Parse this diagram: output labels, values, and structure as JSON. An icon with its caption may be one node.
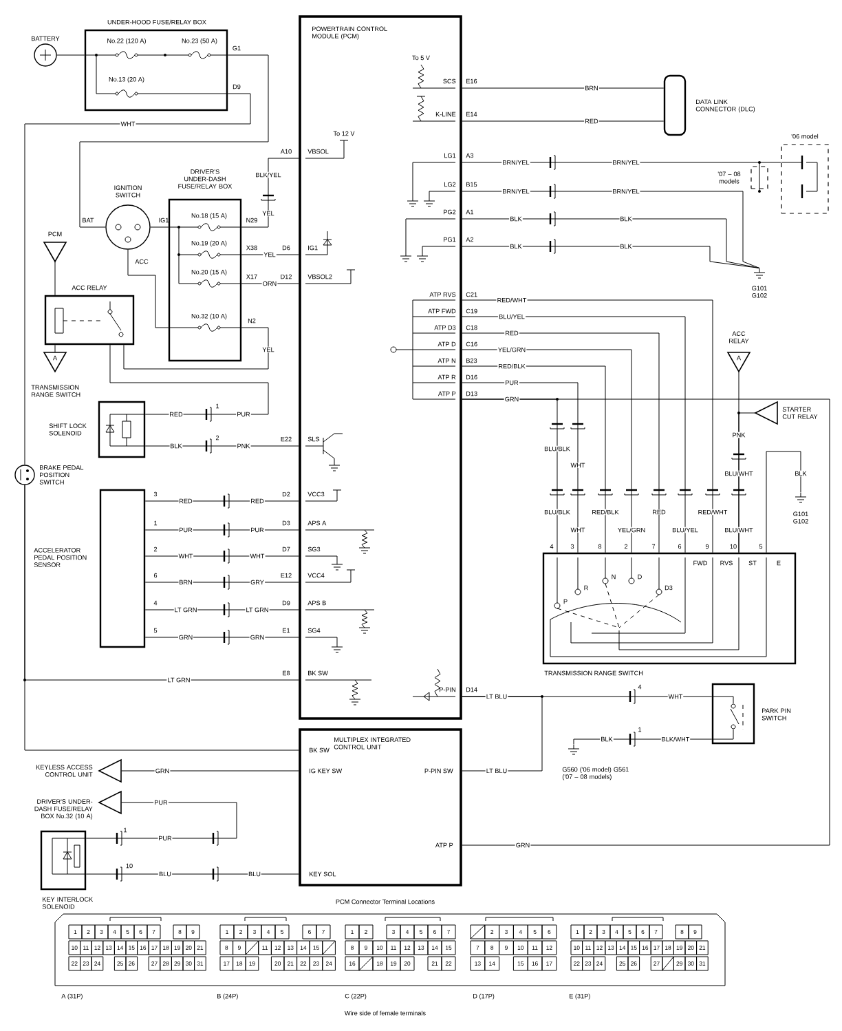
{
  "diagram": {
    "nodes": [
      {
        "text": [
          "BATTERY"
        ]
      },
      {
        "text": [
          "UNDER-HOOD FUSE/RELAY BOX",
          "No.22 (120 A)",
          "No.23 (50 A)",
          "No.13 (20 A)"
        ]
      },
      {
        "text": [
          "POWERTRAIN CONTROL MODULE (PCM)"
        ]
      },
      {
        "text": [
          "IGNITION SWITCH"
        ]
      },
      {
        "text": [
          "DRIVER'S UNDER-DASH FUSE/RELAY BOX",
          "No.18 (15 A)",
          "No.19 (20 A)",
          "No.20 (15 A)",
          "No.32 (10 A)"
        ]
      },
      {
        "text": [
          "PCM"
        ]
      },
      {
        "text": [
          "ACC RELAY"
        ]
      },
      {
        "text": [
          "A",
          "TRANSMISSION RANGE SWITCH"
        ]
      },
      {
        "text": [
          "SHIFT LOCK SOLENOID"
        ]
      },
      {
        "text": [
          "BRAKE PEDAL POSITION SWITCH"
        ]
      },
      {
        "text": [
          "ACCELERATOR PEDAL POSITION SENSOR"
        ]
      },
      {
        "text": [
          "DATA LINK CONNECTOR (DLC)"
        ]
      },
      {
        "text": [
          "'06 model"
        ]
      },
      {
        "text": [
          "'07 – 08 models"
        ]
      },
      {
        "text": [
          "G101 G102"
        ]
      },
      {
        "text": [
          "ACC RELAY",
          "A"
        ]
      },
      {
        "text": [
          "STARTER CUT RELAY"
        ]
      },
      {
        "text": [
          "G101 G102"
        ]
      },
      {
        "text": [
          "TRANSMISSION RANGE SWITCH"
        ]
      },
      {
        "text": [
          "PARK PIN SWITCH"
        ]
      },
      {
        "text": [
          "G560 ('06 model) G561 ('07 – 08 models)"
        ]
      },
      {
        "text": [
          "MULTIPLEX INTEGRATED CONTROL UNIT"
        ]
      },
      {
        "text": [
          "KEYLESS ACCESS CONTROL UNIT"
        ]
      },
      {
        "text": [
          "DRIVER'S UNDER-DASH FUSE/RELAY BOX No.32 (10 A)"
        ]
      },
      {
        "text": [
          "KEY INTERLOCK SOLENOID"
        ]
      }
    ],
    "edges": [
      {
        "from": 0,
        "to": 1,
        "arrow": "none"
      },
      {
        "from": 1,
        "to": 3,
        "arrow": "none"
      },
      {
        "from": 1,
        "to": 9,
        "arrow": "none",
        "label": "WHT"
      },
      {
        "from": 3,
        "to": 4,
        "arrow": "none"
      },
      {
        "from": 3,
        "to": 4,
        "arrow": "none"
      },
      {
        "from": 4,
        "to": 2,
        "arrow": "none",
        "label": "YEL"
      },
      {
        "from": 4,
        "to": 2,
        "arrow": "none",
        "label": "YEL"
      },
      {
        "from": 4,
        "to": 2,
        "arrow": "none",
        "label": "ORN"
      },
      {
        "from": 4,
        "to": 6,
        "arrow": "none",
        "label": "YEL"
      },
      {
        "from": 5,
        "to": 6,
        "arrow": "none"
      },
      {
        "from": 6,
        "to": 7,
        "arrow": "none"
      },
      {
        "from": 6,
        "to": 8,
        "arrow": "none",
        "label": "PUR"
      },
      {
        "from": 8,
        "to": 2,
        "arrow": "none",
        "label": "PNK"
      },
      {
        "from": 10,
        "to": 2,
        "arrow": "none",
        "label": "RED"
      },
      {
        "from": 10,
        "to": 2,
        "arrow": "none",
        "label": "PUR"
      },
      {
        "from": 10,
        "to": 2,
        "arrow": "none",
        "label": "WHT"
      },
      {
        "from": 10,
        "to": 2,
        "arrow": "none",
        "label": "GRY"
      },
      {
        "from": 10,
        "to": 2,
        "arrow": "none",
        "label": "LT GRN"
      },
      {
        "from": 10,
        "to": 2,
        "arrow": "none",
        "label": "GRN"
      },
      {
        "from": 9,
        "to": 2,
        "arrow": "none",
        "label": "LT GRN"
      },
      {
        "from": 9,
        "to": 21,
        "arrow": "none"
      },
      {
        "from": 2,
        "to": 11,
        "arrow": "none",
        "label": "BRN"
      },
      {
        "from": 2,
        "to": 11,
        "arrow": "none",
        "label": "RED"
      },
      {
        "from": 2,
        "to": 12,
        "arrow": "none",
        "label": "BRN/YEL"
      },
      {
        "from": 2,
        "to": 14,
        "arrow": "none",
        "label": "BRN/YEL"
      },
      {
        "from": 2,
        "to": 14,
        "arrow": "none",
        "label": "BLK"
      },
      {
        "from": 2,
        "to": 14,
        "arrow": "none",
        "label": "BLK"
      },
      {
        "from": 2,
        "to": 18,
        "arrow": "none",
        "label": "RED/WHT"
      },
      {
        "from": 2,
        "to": 18,
        "arrow": "none",
        "label": "BLU/YEL"
      },
      {
        "from": 2,
        "to": 18,
        "arrow": "none",
        "label": "RED"
      },
      {
        "from": 2,
        "to": 18,
        "arrow": "none",
        "label": "YEL/GRN"
      },
      {
        "from": 2,
        "to": 18,
        "arrow": "none",
        "label": "RED/BLK"
      },
      {
        "from": 2,
        "to": 18,
        "arrow": "none",
        "label": "PUR"
      },
      {
        "from": 2,
        "to": 18,
        "arrow": "none",
        "label": "GRN"
      },
      {
        "from": 15,
        "to": 18,
        "arrow": "none",
        "label": "PNK"
      },
      {
        "from": 16,
        "to": 18,
        "arrow": "none"
      },
      {
        "from": 17,
        "to": 18,
        "arrow": "none",
        "label": "BLK"
      },
      {
        "from": 2,
        "to": 19,
        "arrow": "none",
        "label": "LT BLU"
      },
      {
        "from": 2,
        "to": 21,
        "arrow": "none",
        "label": "LT BLU"
      },
      {
        "from": 20,
        "to": 19,
        "arrow": "none",
        "label": "BLK"
      },
      {
        "from": 21,
        "to": 22,
        "arrow": "none",
        "label": "GRN"
      },
      {
        "from": 23,
        "to": 24,
        "arrow": "none",
        "label": "PUR"
      },
      {
        "from": 24,
        "to": 21,
        "arrow": "none",
        "label": "BLU"
      },
      {
        "from": 21,
        "to": 2,
        "arrow": "none",
        "label": "GRN"
      }
    ],
    "labels": [
      "G1",
      "D9",
      "BAT",
      "IG1",
      "ACC",
      "N29",
      "X38",
      "X17",
      "N2",
      "BLK/YEL",
      "To 12 V",
      "A10",
      "VBSOL",
      "D6",
      "IG1",
      "D12",
      "VBSOL2",
      "To 5 V",
      "SCS",
      "E16",
      "K-LINE",
      "E14",
      "LG1",
      "A3",
      "LG2",
      "B15",
      "PG2",
      "A1",
      "PG1",
      "A2",
      "BRN/YEL",
      "BRN/YEL",
      "BLK",
      "BLK",
      "ATP RVS",
      "C21",
      "ATP FWD",
      "C19",
      "ATP D3",
      "C18",
      "ATP D",
      "C16",
      "ATP N",
      "B23",
      "ATP R",
      "D16",
      "ATP P",
      "D13",
      "BLU/BLK",
      "WHT",
      "BLU/BLK",
      "WHT",
      "RED/BLK",
      "YEL/GRN",
      "RED",
      "BLU/YEL",
      "RED/WHT",
      "BLU/WHT",
      "BLU/WHT",
      "4",
      "3",
      "8",
      "2",
      "7",
      "6",
      "9",
      "10",
      "5",
      "FWD",
      "RVS",
      "ST",
      "E",
      "P",
      "R",
      "N",
      "D",
      "D3",
      "E22",
      "SLS",
      "D2",
      "VCC3",
      "D3",
      "APS A",
      "D7",
      "SG3",
      "E12",
      "VCC4",
      "D9",
      "APS B",
      "E1",
      "SG4",
      "E8",
      "BK SW",
      "P-PIN",
      "D14",
      "1",
      "2",
      "RED",
      "BLK",
      "3",
      "1",
      "2",
      "6",
      "4",
      "5",
      "RED",
      "PUR",
      "WHT",
      "BRN",
      "LT GRN",
      "GRN",
      "4",
      "WHT",
      "1",
      "BLK/WHT",
      "BK SW",
      "IG KEY SW",
      "P-PIN SW",
      "ATP P",
      "KEY SOL",
      "1",
      "PUR",
      "10",
      "BLU",
      "PCM Connector Terminal Locations",
      "1",
      "2",
      "3",
      "4",
      "5",
      "6",
      "7",
      "8",
      "9",
      "10",
      "11",
      "12",
      "13",
      "14",
      "15",
      "16",
      "17",
      "18",
      "19",
      "20",
      "21",
      "22",
      "23",
      "24",
      "25",
      "26",
      "27",
      "28",
      "29",
      "30",
      "31",
      "1",
      "2",
      "3",
      "4",
      "5",
      "6",
      "7",
      "8",
      "9",
      "11",
      "12",
      "13",
      "14",
      "15",
      "17",
      "18",
      "19",
      "20",
      "21",
      "22",
      "23",
      "24",
      "1",
      "2",
      "3",
      "4",
      "5",
      "6",
      "7",
      "8",
      "9",
      "10",
      "11",
      "12",
      "13",
      "14",
      "15",
      "16",
      "18",
      "19",
      "20",
      "21",
      "22",
      "2",
      "3",
      "4",
      "5",
      "6",
      "7",
      "8",
      "9",
      "10",
      "11",
      "12",
      "13",
      "14",
      "15",
      "16",
      "17",
      "1",
      "2",
      "3",
      "4",
      "5",
      "6",
      "7",
      "8",
      "9",
      "10",
      "11",
      "12",
      "13",
      "14",
      "15",
      "16",
      "17",
      "18",
      "19",
      "20",
      "21",
      "22",
      "23",
      "24",
      "25",
      "26",
      "27",
      "29",
      "30",
      "31",
      "A (31P)",
      "B (24P)",
      "C (22P)",
      "D (17P)",
      "E (31P)",
      "Wire side of female terminals"
    ]
  }
}
